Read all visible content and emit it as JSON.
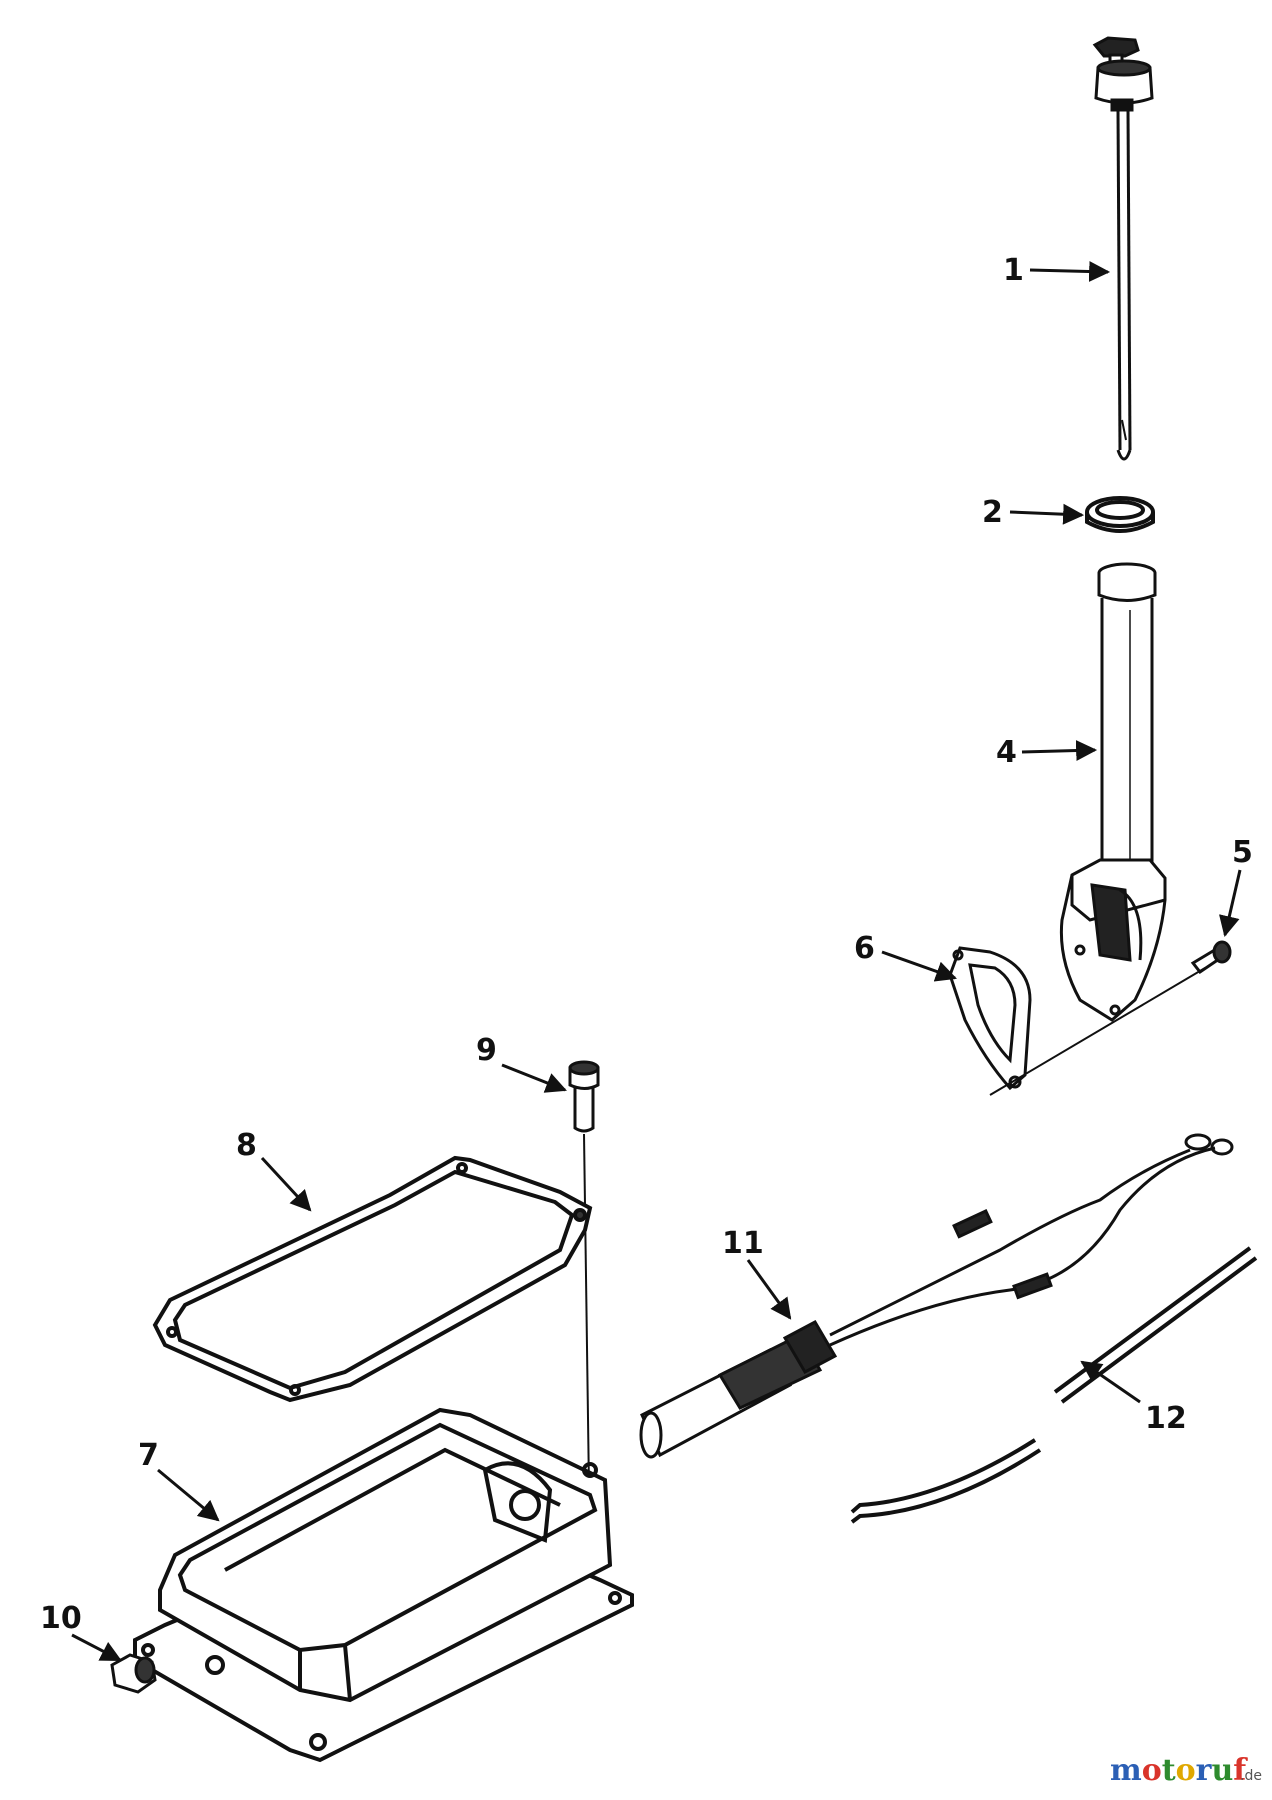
{
  "callouts": {
    "c1": "1",
    "c2": "2",
    "c4": "4",
    "c5": "5",
    "c6": "6",
    "c7": "7",
    "c8": "8",
    "c9": "9",
    "c10": "10",
    "c11": "11",
    "c12": "12"
  },
  "watermark": {
    "brand": "motoruf",
    "tld": ".de",
    "colors": [
      "#2b5fb5",
      "#d9342b",
      "#2e8b2e",
      "#e0a800",
      "#2b5fb5",
      "#2e8b2e",
      "#d9342b"
    ]
  },
  "colors": {
    "ink": "#111111",
    "paper": "#ffffff"
  }
}
